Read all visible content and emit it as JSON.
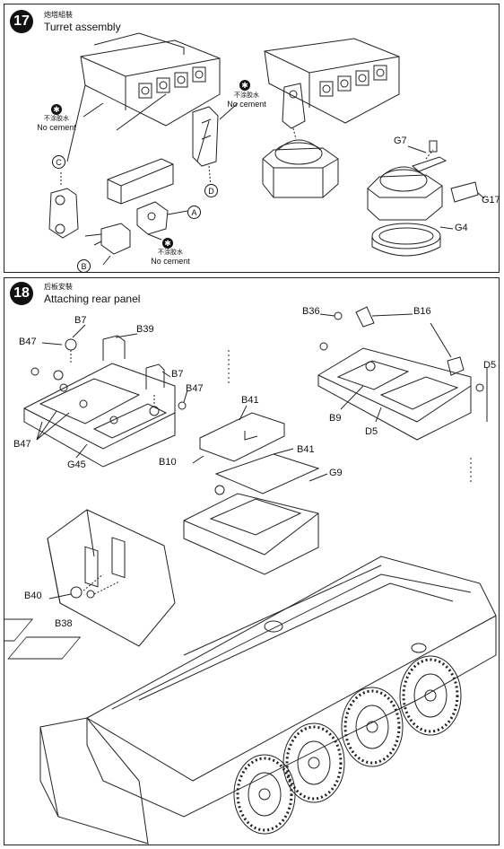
{
  "steps": [
    {
      "number": "17",
      "title_cn": "炮塔組裝",
      "title_en": "Turret assembly"
    },
    {
      "number": "18",
      "title_cn": "后板安裝",
      "title_en": "Attaching rear panel"
    }
  ],
  "no_cement": {
    "cn": "不涂胶水",
    "en": "No cement"
  },
  "step17_labels": {
    "G7": "G7",
    "G17": "G17",
    "G4": "G4",
    "C": "C",
    "D": "D",
    "A": "A",
    "B": "B"
  },
  "step18_labels": {
    "B7a": "B7",
    "B39": "B39",
    "B47a": "B47",
    "B7b": "B7",
    "B47b": "B47",
    "B47c": "B47",
    "G45": "G45",
    "B41a": "B41",
    "B41b": "B41",
    "B10": "B10",
    "G9": "G9",
    "B36": "B36",
    "B16": "B16",
    "D5a": "D5",
    "B9": "B9",
    "D5b": "D5",
    "B40": "B40",
    "B38": "B38"
  },
  "icons": {
    "no_cement_icon": "no-cement-icon"
  }
}
